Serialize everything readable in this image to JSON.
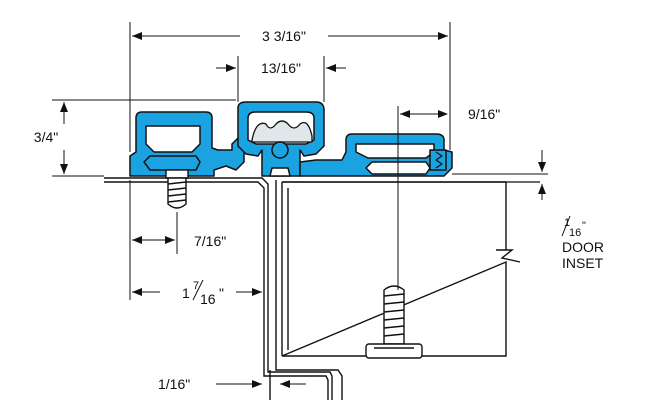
{
  "dimensions": {
    "overall_width": "3 3/16\"",
    "rail_width": "13/16\"",
    "right_offset": "9/16\"",
    "height": "3/4\"",
    "screw_offset": "7/16\"",
    "hinge_offset_whole": "1",
    "hinge_offset_frac_num": "7",
    "hinge_offset_frac_den": "16",
    "hinge_offset_unit": "\"",
    "gap": "1/16\""
  },
  "door_inset": {
    "frac_num": "1",
    "frac_den": "16",
    "unit": "\"",
    "line1": "DOOR",
    "line2": "INSET"
  },
  "colors": {
    "extrusion_fill": "#1aa3e0",
    "extrusion_stroke": "#111111",
    "line": "#111111",
    "gasket": "#dfe7ea"
  }
}
